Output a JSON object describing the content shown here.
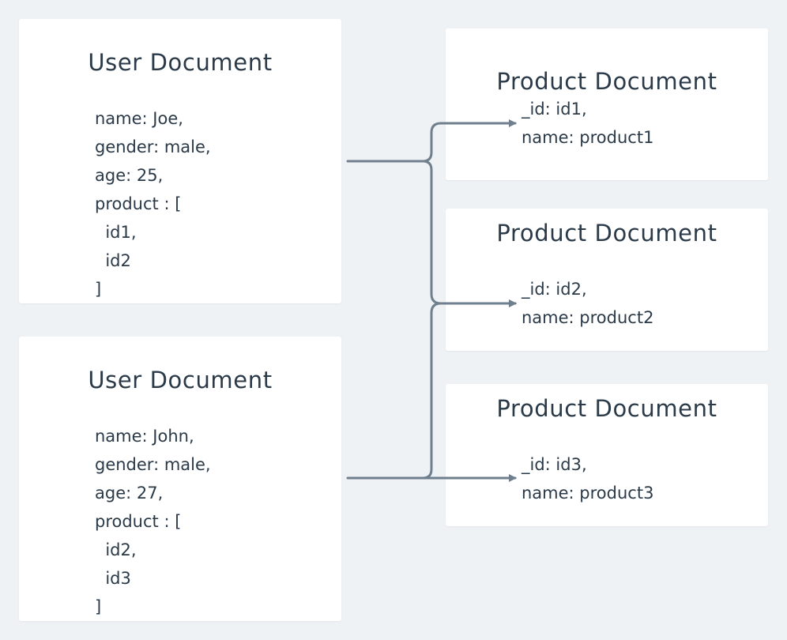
{
  "users": [
    {
      "title": "User Document",
      "lines": [
        "name: Joe,",
        "gender: male,",
        "age: 25,",
        "product : [",
        "  id1,",
        "  id2",
        "]"
      ]
    },
    {
      "title": "User Document",
      "lines": [
        "name: John,",
        "gender: male,",
        "age: 27,",
        "product : [",
        "  id2,",
        "  id3",
        "]"
      ]
    }
  ],
  "products": [
    {
      "title": "Product Document",
      "lines": [
        "_id: id1,",
        "name: product1"
      ]
    },
    {
      "title": "Product Document",
      "lines": [
        "_id: id2,",
        "name: product2"
      ]
    },
    {
      "title": "Product Document",
      "lines": [
        "_id: id3,",
        "name: product3"
      ]
    }
  ],
  "colors": {
    "background": "#eff2f5",
    "card": "#ffffff",
    "text": "#2b3a48",
    "connector": "#6f7f8e"
  }
}
